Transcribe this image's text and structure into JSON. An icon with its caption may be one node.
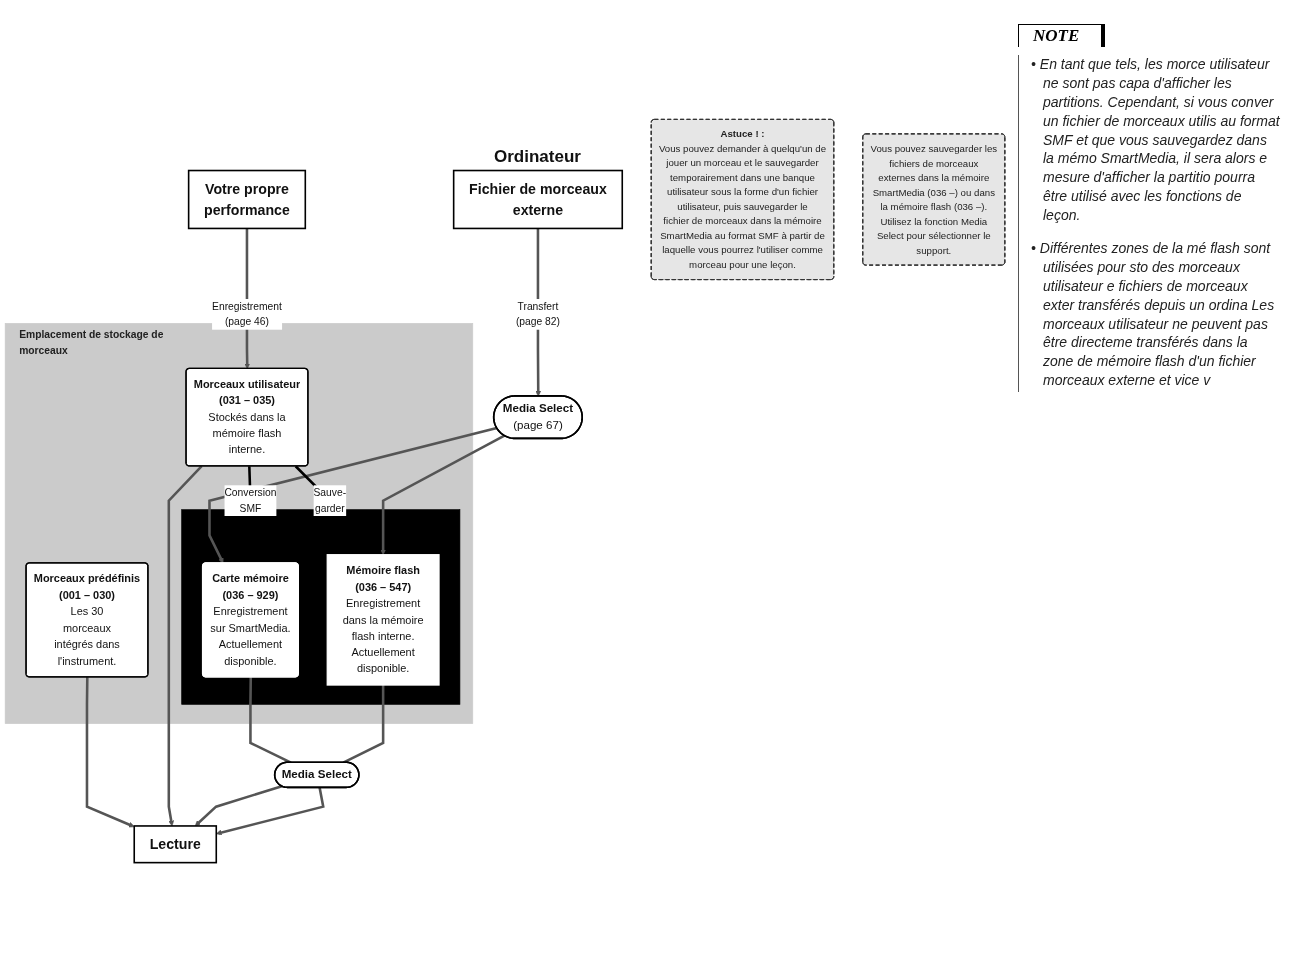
{
  "diagram": {
    "nodes": [
      {
        "text": [
          "Votre propre performance"
        ]
      },
      {
        "text": [
          "Fichier de morceaux externe"
        ],
        "beside": [
          "Ordinateur"
        ]
      },
      {
        "text": [
          "Astuce ! :",
          "Vous pouvez demander à quelqu'un de jouer un morceau et le sauvegarder temporairement dans une banque utilisateur sous la forme d'un fichier utilisateur, puis sauvegarder le fichier de morceaux dans la mémoire SmartMedia au format SMF à partir de laquelle vous pourrez l'utiliser comme morceau pour une leçon."
        ]
      },
      {
        "text": [
          "Vous pouvez sauvegarder les fichiers de morceaux externes dans la mémoire SmartMedia (036 –) ou dans la mémoire flash (036 –). Utilisez la fonction Media Select pour sélectionner le support."
        ]
      },
      {
        "text": [
          "Media Select",
          "(page 67)"
        ]
      },
      {
        "text": [
          "Emplacement de stockage de morceaux"
        ]
      },
      {
        "text": [
          "Morceaux prédéfinis (001 – 030)",
          "Les 30 morceaux intégrés dans l'instrument."
        ],
        "in": 5
      },
      {
        "text": [
          "Morceaux utilisateur (031 – 035)",
          "Stockés dans la mémoire flash interne."
        ],
        "in": 5
      },
      {
        "text": [],
        "shape": "box",
        "in": 5
      },
      {
        "text": [
          "Carte mémoire (036 – 929)",
          "Enregistrement sur SmartMedia. Actuellement disponible."
        ],
        "in": 8
      },
      {
        "text": [
          "Mémoire flash (036 – 547)",
          "Enregistrement dans la mémoire flash interne. Actuellement disponible."
        ],
        "in": 8
      },
      {
        "text": [
          "Media Select"
        ]
      },
      {
        "text": [
          "Lecture"
        ]
      }
    ],
    "edges": [
      {
        "from": 0,
        "to": 7,
        "arrow": "to",
        "label": "Enregistrement (page 46)"
      },
      {
        "from": 1,
        "to": 4,
        "arrow": "to",
        "label": "Transfert (page 82)"
      },
      {
        "from": 4,
        "to": 9,
        "arrow": "to"
      },
      {
        "from": 4,
        "to": 10,
        "arrow": "to"
      },
      {
        "from": 7,
        "to": 9,
        "arrow": "to",
        "label": "Conversion SMF",
        "color": "#000000"
      },
      {
        "from": 7,
        "to": 9,
        "arrow": "to",
        "label": "Sauve- garder",
        "color": "#000000"
      },
      {
        "from": 6,
        "to": 12,
        "arrow": "to"
      },
      {
        "from": 7,
        "to": 12,
        "arrow": "to"
      },
      {
        "from": 9,
        "to": 11,
        "arrow": "none"
      },
      {
        "from": 10,
        "to": 11,
        "arrow": "none"
      },
      {
        "from": 11,
        "to": 12,
        "arrow": "to"
      },
      {
        "from": 11,
        "to": 12,
        "arrow": "to"
      }
    ],
    "labels": [
      "NOTE",
      "• En tant que tels, les morce utilisateur ne sont pas capa d'afficher les partitions. Cependant, si vous conver un fichier de morceaux utilis au format SMF et que vous sauvegardez dans la mémo SmartMedia, il sera alors e mesure d'afficher la partitio pourra être utilisé avec les fonctions de leçon.",
      "• Différentes zones de la mé flash sont utilisées pour sto des morceaux utilisateur e fichiers de morceaux exter transférés depuis un ordina Les morceaux utilisateur ne peuvent pas être directeme transférés dans la zone de mémoire flash d'un fichier morceaux externe et vice v"
    ]
  }
}
